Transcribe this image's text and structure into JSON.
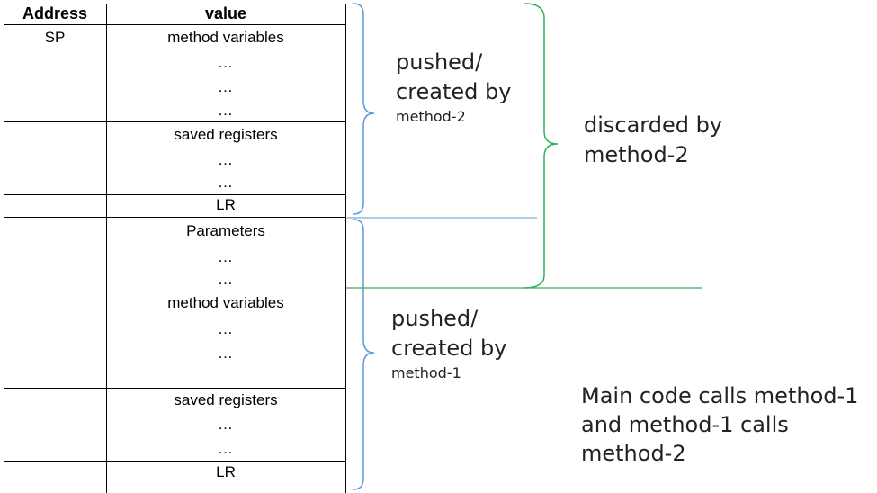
{
  "table": {
    "header": {
      "address": "Address",
      "value": "value"
    },
    "sp_label": "SP",
    "rows": {
      "m2_vars": "method variables",
      "m2_regs": "saved registers",
      "m2_lr": "LR",
      "params": "Parameters",
      "m1_vars": "method variables",
      "m1_regs": "saved registers",
      "m1_lr": "LR"
    },
    "ellipsis": "…"
  },
  "annotations": {
    "m2_line1": "pushed/",
    "m2_line2": "created by",
    "m2_line3": "method-2",
    "discard_line1": "discarded by",
    "discard_line2": "method-2",
    "m1_line1": "pushed/",
    "m1_line2": "created by",
    "m1_line3": "method-1",
    "main_line1": "Main code calls method-1",
    "main_line2": "and method-1 calls",
    "main_line3": "method-2"
  },
  "colors": {
    "blue_bracket": "#5b9bd5",
    "green_bracket": "#33b05a"
  }
}
